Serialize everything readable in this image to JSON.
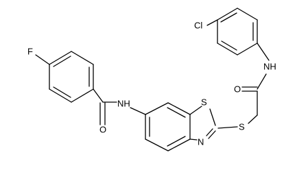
{
  "molecule": {
    "atoms": {
      "F": "F",
      "O1": "O",
      "NH1": "NH",
      "S_ring": "S",
      "N_ring": "N",
      "S_thio": "S",
      "O2": "O",
      "NH2": "NH",
      "Cl": "Cl"
    },
    "colors": {
      "bond": "#000000",
      "label": "#000000",
      "background": "#ffffff"
    }
  }
}
